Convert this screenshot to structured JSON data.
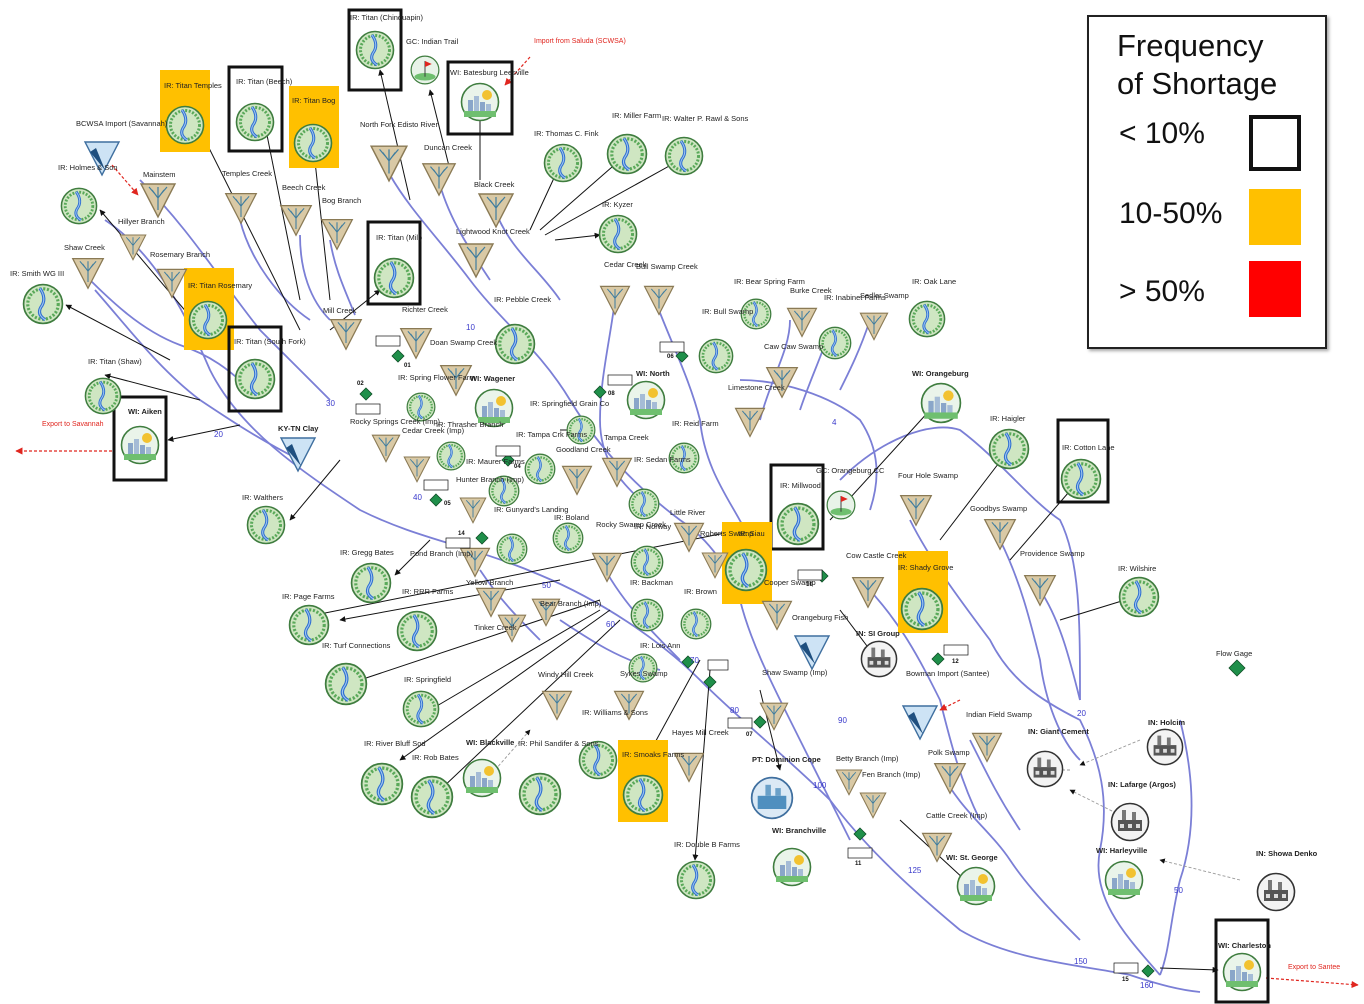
{
  "legend": {
    "title_line1": "Frequency",
    "title_line2": "of Shortage",
    "items": [
      {
        "label": "< 10%",
        "color": "#ffffff",
        "border": "#111111"
      },
      {
        "label": "10-50%",
        "color": "#ffc000",
        "border": "#ffc000"
      },
      {
        "label": "> 50%",
        "color": "#ff0000",
        "border": "#ff0000"
      }
    ]
  },
  "colors": {
    "river": "#7b7fd6",
    "node_fill": "#d9c9a5",
    "node_stroke": "#8a7a55",
    "gage": "#1f8f4a",
    "icon_green": "#5aa95a",
    "shortage_mid": "#ffc000",
    "export_text": "#e0261f"
  },
  "annotations": {
    "import_saluda": "Import from Saluda (SCWSA)",
    "export_savannah": "Export to Savannah",
    "export_santee": "Export to Santee"
  },
  "flow_gage_label": "Flow Gage",
  "gages": [
    "01",
    "02",
    "04",
    "05",
    "06",
    "07",
    "08",
    "10",
    "11",
    "12",
    "14",
    "15"
  ],
  "mileposts": [
    "10",
    "20",
    "30",
    "40",
    "50",
    "60",
    "70",
    "80",
    "90",
    "100",
    "125",
    "150",
    "160",
    "4",
    "20",
    "50"
  ],
  "labels": {
    "ir_titan_chinquapin": "IR: Titan (Chinquapin)",
    "gc_indian_trail": "GC: Indian Trail",
    "wi_batesburg": "WI: Batesburg Leesville",
    "ir_titan_beech": "IR: Titan (Beech)",
    "ir_titan_temples": "IR: Titan Temples",
    "ir_titan_bog": "IR: Titan Bog",
    "bcwsa_import": "BCWSA Import (Savannah)",
    "ir_holmes": "IR: Holmes & Son",
    "mainstem": "Mainstem",
    "temples_creek": "Temples Creek",
    "beech_creek": "Beech Creek",
    "bog_branch": "Bog Branch",
    "north_fork": "North Fork Edisto River",
    "duncan_creek": "Duncan Creek",
    "hillyer_branch": "Hillyer Branch",
    "shaw_creek": "Shaw Creek",
    "rosemary_branch": "Rosemary Branch",
    "ir_titan_rosemary": "IR: Titan Rosemary",
    "ir_titan_mill": "IR: Titan (Mill)",
    "ir_smith": "IR: Smith WG III",
    "mill_creek": "Mill Creek",
    "richter_creek": "Richter Creek",
    "ir_titan_southfork": "IR: Titan (South Fork)",
    "ir_titan_shaw": "IR: Titan (Shaw)",
    "wi_aiken": "WI: Aiken",
    "kytn_clay": "KY-TN Clay",
    "ir_walthers": "IR: Walthers",
    "black_creek": "Black Creek",
    "lightwood": "Lightwood Knot Creek",
    "ir_thomas": "IR: Thomas C. Fink",
    "ir_miller": "IR: Miller Farm",
    "ir_walter": "IR: Walter P. Rawl & Sons",
    "ir_kyzer": "IR: Kyzer",
    "ir_pebble": "IR: Pebble Creek",
    "doan_swamp": "Doan Swamp Creek",
    "ir_spring_flower": "IR: Spring Flower Farm",
    "wi_wagener": "WI: Wagener",
    "rocky_springs": "Rocky Springs Creek (Imp)",
    "cedar_creek": "Cedar Creek (Imp)",
    "ir_thrasher": "IR: Thrasher Branch",
    "ir_springfield_grain": "IR: Springfield Grain Co",
    "cedar_creek2": "Cedar Creek",
    "bull_swamp": "Bull Swamp Creek",
    "ir_north": "WI: North",
    "ir_bull_swamp": "IR: Bull Swamp",
    "ir_bear_spring": "IR: Bear Spring Farm",
    "burke_creek": "Burke Creek",
    "ir_inabinet": "IR: Inabinet Farms",
    "sadler_swamp": "Sadler Swamp",
    "ir_oak_lane": "IR: Oak Lane",
    "caw_caw": "Caw Caw Swamp",
    "limestone": "Limestone Creek",
    "ir_reid": "IR: Reid Farm",
    "ir_tampa": "IR: Tampa Crk Farms",
    "goodland": "Goodland Creek",
    "tampa_creek": "Tampa Creek",
    "ir_sedan": "IR: Sedan Farms",
    "ir_maurer": "IR: Maurer Farms",
    "hunter_branch": "Hunter Branch (Imp)",
    "ir_gunyards": "IR: Gunyard's Landing",
    "ir_boland": "IR: Boland",
    "rocky_swamp": "Rocky Swamp Creek",
    "ir_norway": "IR: Norway",
    "little_river": "Little River",
    "roberts_swamp": "Roberts Swamp",
    "ir_siau": "IR: Siau",
    "ir_millwood": "IR: Millwood",
    "gc_orangeburg": "GC: Orangeburg CC",
    "wi_orangeburg": "WI: Orangeburg",
    "ir_haigler": "IR: Haigler",
    "ir_cotton_lane": "IR: Cotton Lane",
    "four_hole": "Four Hole Swamp",
    "goodbys": "Goodbys Swamp",
    "providence": "Providence Swamp",
    "ir_wilshire": "IR: Wilshire",
    "ir_gregg": "IR: Gregg Bates",
    "pond_branch": "Pond Branch (Imp)",
    "yellow_branch": "Yellow Branch",
    "ir_page": "IR: Page Farms",
    "ir_rrr": "IR: RRR Farms",
    "tinker_creek": "Tinker Creek",
    "bear_branch": "Bear Branch (Imp)",
    "ir_backman": "IR: Backman",
    "ir_brown": "IR: Brown",
    "cooper_swamp": "Cooper Swamp",
    "orangeburg_fish": "Orangeburg Fish",
    "cow_castle": "Cow Castle Creek",
    "ir_shady_grove": "IR: Shady Grove",
    "in_si_group": "IN: SI Group",
    "bowman_import": "Bowman Import (Santee)",
    "ir_turf": "IR: Turf Connections",
    "ir_springfield": "IR: Springfield",
    "windy_hill": "Windy Hill Creek",
    "ir_lois_ann": "IR: Lois Ann",
    "sykes_swamp": "Sykes Swamp",
    "ir_williams": "IR: Williams & Sons",
    "shaw_swamp": "Shaw Swamp (Imp)",
    "ir_river_bluff": "IR: River Bluff Sod",
    "ir_rob_bates": "IR: Rob Bates",
    "wi_blackville": "WI: Blackville",
    "ir_phil": "IR: Phil Sandifer & Sons",
    "ir_smoaks": "IR: Smoaks Farms",
    "hayes_mill": "Hayes Mill Creek",
    "pt_dominion": "PT: Dominion Cope",
    "wi_branchville": "WI: Branchville",
    "betty_branch": "Betty Branch (Imp)",
    "fen_branch": "Fen Branch (Imp)",
    "polk_swamp": "Polk Swamp",
    "indian_field": "Indian Field Swamp",
    "in_giant": "IN: Giant Cement",
    "in_holcim": "IN: Holcim",
    "in_lafarge": "IN: Lafarge (Argos)",
    "wi_harleyville": "WI: Harleyville",
    "cattle_creek": "Cattle Creek (Imp)",
    "wi_st_george": "WI: St. George",
    "ir_double_b": "IR: Double B Farms",
    "in_showa": "IN: Showa Denko",
    "wi_charleston": "WI: Charleston"
  }
}
